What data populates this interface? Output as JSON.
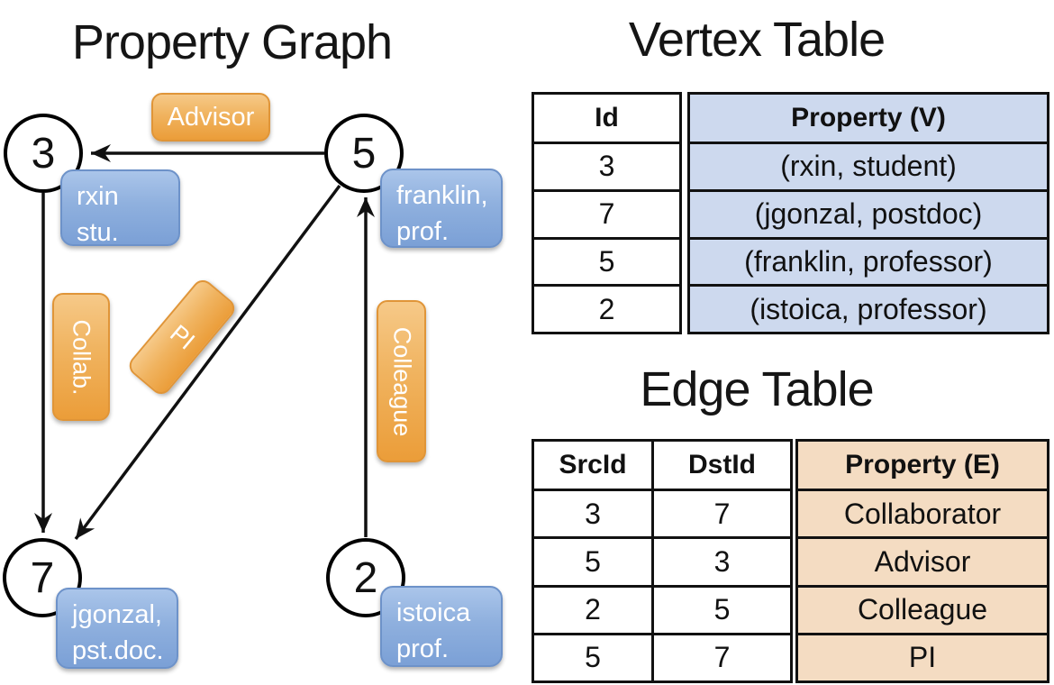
{
  "graph": {
    "title": "Property Graph",
    "nodes": {
      "n3": "3",
      "n5": "5",
      "n7": "7",
      "n2": "2"
    },
    "vertex_boxes": {
      "rxin": {
        "line1": "rxin",
        "line2": "stu."
      },
      "franklin": {
        "line1": "franklin,",
        "line2": "prof."
      },
      "jgonzal": {
        "line1": "jgonzal,",
        "line2": "pst.doc."
      },
      "istoica": {
        "line1": "istoica",
        "line2": "prof."
      }
    },
    "edge_labels": {
      "advisor": "Advisor",
      "collab": "Collab.",
      "pi": "PI",
      "colleague": "Colleague"
    }
  },
  "vertex_table": {
    "title": "Vertex Table",
    "col_id": "Id",
    "col_property": "Property (V)",
    "rows": [
      {
        "id": "3",
        "property": "(rxin, student)"
      },
      {
        "id": "7",
        "property": "(jgonzal, postdoc)"
      },
      {
        "id": "5",
        "property": "(franklin, professor)"
      },
      {
        "id": "2",
        "property": "(istoica, professor)"
      }
    ]
  },
  "edge_table": {
    "title": "Edge Table",
    "col_src": "SrcId",
    "col_dst": "DstId",
    "col_property": "Property (E)",
    "rows": [
      {
        "src": "3",
        "dst": "7",
        "property": "Collaborator"
      },
      {
        "src": "5",
        "dst": "3",
        "property": "Advisor"
      },
      {
        "src": "2",
        "dst": "5",
        "property": "Colleague"
      },
      {
        "src": "5",
        "dst": "7",
        "property": "PI"
      }
    ]
  },
  "colors": {
    "edge_stroke": "#111111",
    "node_fill": "#ffffff",
    "orange_light": "#f6c988",
    "orange_dark": "#eb9d39",
    "blue_light": "#aac5ea",
    "blue_dark": "#7ba0d6",
    "vertex_cell_fill": "#cdd9ee",
    "edge_cell_fill": "#f4dcc2"
  }
}
